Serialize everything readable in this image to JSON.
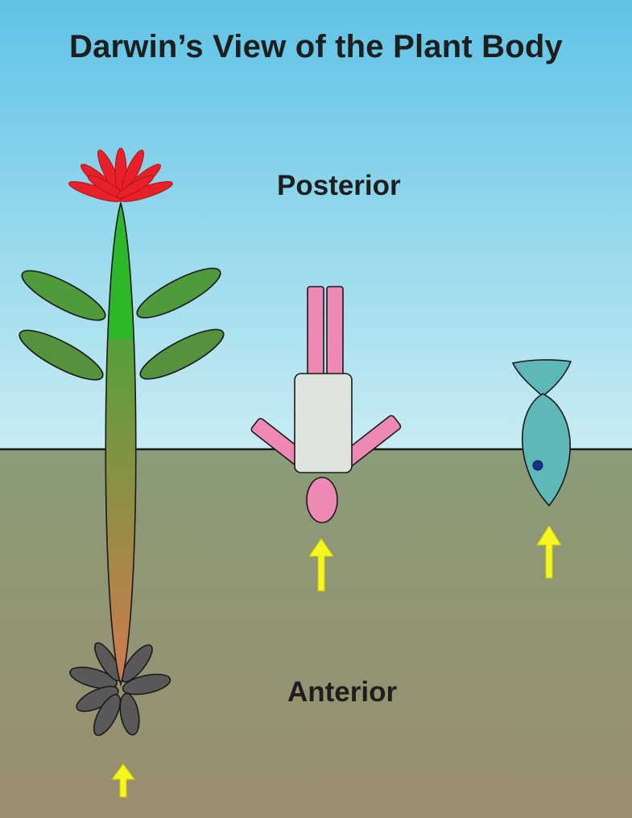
{
  "title": "Darwin’s View of the Plant Body",
  "labels": {
    "top": "Posterior",
    "bottom": "Anterior"
  },
  "figures": [
    {
      "name": "plant",
      "parts": [
        "flower",
        "leaves",
        "stem",
        "roots"
      ]
    },
    {
      "name": "human",
      "parts": [
        "legs",
        "torso",
        "arms",
        "head"
      ]
    },
    {
      "name": "fish",
      "parts": [
        "tail",
        "body",
        "eye"
      ]
    }
  ],
  "arrow_direction": "up",
  "colors": {
    "sky_top": "#5fc3e6",
    "sky_bottom": "#c8ecf2",
    "ground_top": "#8a9c78",
    "ground_bottom": "#9a8d6e",
    "flower": "#e8202a",
    "leaf": "#4f9a3a",
    "stem_top": "#2db82a",
    "stem_bottom": "#d27a50",
    "root": "#5a5858",
    "human_limb": "#ee88b4",
    "human_torso": "#dde3dd",
    "fish": "#5fb8b8",
    "fish_eye": "#1a2f8a",
    "arrow": "#f6f51e"
  }
}
